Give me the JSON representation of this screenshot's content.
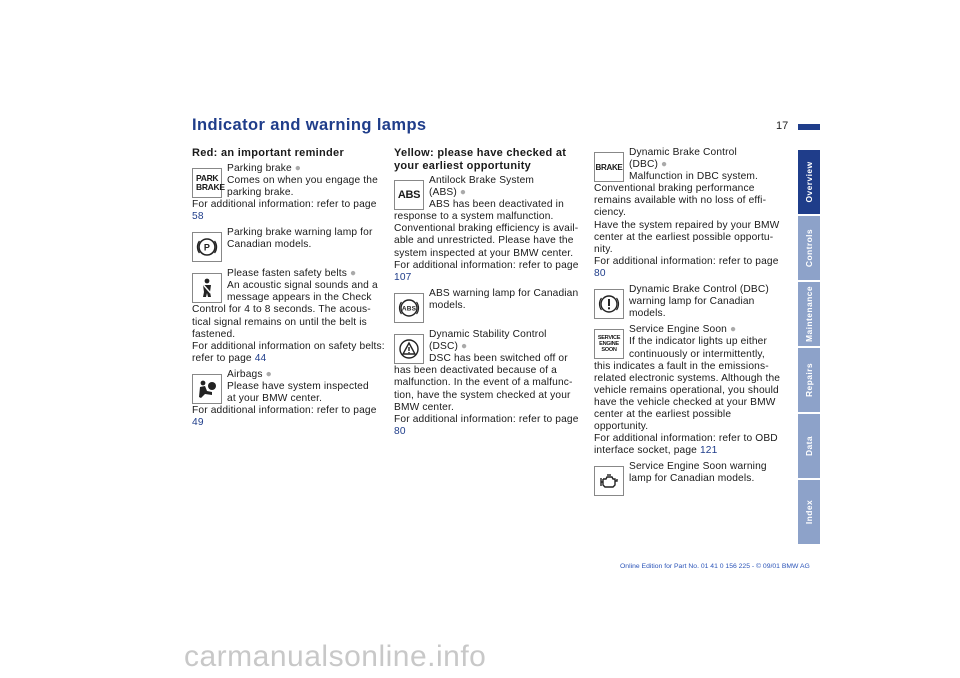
{
  "page": {
    "title": "Indicator and warning lamps",
    "number": "17",
    "footer": "Online Edition for Part No. 01 41 0 156 225 - © 09/01 BMW AG",
    "watermark": "carmanualsonline.info"
  },
  "sidebar": {
    "tabs": [
      {
        "label": "Overview",
        "active": true
      },
      {
        "label": "Controls",
        "active": false
      },
      {
        "label": "Maintenance",
        "active": false
      },
      {
        "label": "Repairs",
        "active": false
      },
      {
        "label": "Data",
        "active": false
      },
      {
        "label": "Index",
        "active": false
      }
    ]
  },
  "col1": {
    "heading": "Red: an important reminder",
    "parking_brake": {
      "icon": "park-brake-icon",
      "icon_text": "PARK BRAKE",
      "title": "Parking brake",
      "line1": "Comes on when you engage the",
      "line2": "parking brake.",
      "more": "For additional information: refer to page ",
      "page": "58"
    },
    "parking_canada": {
      "icon": "parking-brake-circle-p-icon",
      "text": "Parking brake warning lamp for Canadian models."
    },
    "seatbelt": {
      "icon": "seatbelt-icon",
      "title": "Please fasten safety belts",
      "line1": "An acoustic signal sounds and a",
      "line2": "message appears in the Check",
      "more": "Control for 4 to 8 seconds. The acous-tical signal remains on until the belt is fastened.",
      "more2": "For additional information on safety belts: refer to page ",
      "page": "44"
    },
    "airbags": {
      "icon": "airbag-icon",
      "title": "Airbags",
      "line1": "Please have system inspected",
      "line2": "at your BMW center.",
      "more": "For additional information: refer to page ",
      "page": "49"
    }
  },
  "col2": {
    "heading": "Yellow: please have checked at your earliest opportunity",
    "abs": {
      "icon": "abs-icon",
      "icon_text": "ABS",
      "title": "Antilock Brake System",
      "title2": "(ABS)",
      "line1": "ABS has been deactivated in",
      "more": "response to a system malfunction. Conventional braking efficiency is avail-able and unrestricted. Please have the system inspected at your BMW center. For additional information: refer to page ",
      "page": "107"
    },
    "abs_canada": {
      "icon": "abs-circle-icon",
      "text": "ABS warning lamp for Canadian models."
    },
    "dsc": {
      "icon": "dsc-triangle-icon",
      "title": "Dynamic Stability Control",
      "title2": "(DSC)",
      "line1": "DSC has been switched off or",
      "more": "has been deactivated because of a malfunction. In the event of a malfunc-tion, have the system checked at your BMW center.",
      "more2": "For additional information: refer to page ",
      "page": "80"
    }
  },
  "col3": {
    "dbc": {
      "icon": "brake-icon",
      "icon_text": "BRAKE",
      "title": "Dynamic Brake Control",
      "title2": "(DBC)",
      "line1": "Malfunction in DBC system.",
      "more": "Conventional braking performance remains available with no loss of effi-ciency.",
      "more2": "Have the system repaired by your BMW center at the earliest possible opportu-nity.",
      "more3": "For additional information: refer to page ",
      "page": "80"
    },
    "dbc_canada": {
      "icon": "brake-circle-exclamation-icon",
      "text": "Dynamic Brake Control (DBC) warning lamp for Canadian models."
    },
    "service": {
      "icon": "service-engine-soon-icon",
      "icon_text": "SERVICE ENGINE SOON",
      "title": "Service Engine Soon",
      "line1": "If the indicator lights up either",
      "line2": "continuously or intermittently,",
      "more": "this indicates a fault in the emissions-related electronic systems. Although the vehicle remains operational, you should have the vehicle checked at your BMW center at the earliest possible opportunity.",
      "more2": "For additional information: refer to OBD interface socket, page ",
      "page": "121"
    },
    "service_canada": {
      "icon": "engine-outline-icon",
      "text": "Service Engine Soon warning lamp for Canadian models."
    }
  },
  "bullet": "●"
}
